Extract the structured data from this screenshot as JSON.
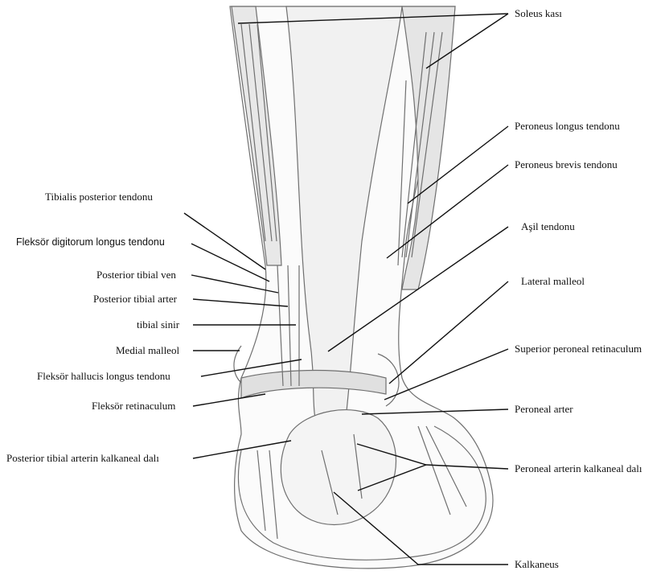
{
  "labels": {
    "soleus": "Soleus kası",
    "peroneus_longus": "Peroneus longus tendonu",
    "peroneus_brevis": "Peroneus brevis tendonu",
    "tibialis_posterior": "Tibialis posterior tendonu",
    "flexor_digitorum": "Fleksör digitorum longus tendonu",
    "asil": "Aşil tendonu",
    "post_tibial_vein": "Posterior tibial ven",
    "post_tibial_artery": "Posterior tibial arter",
    "tibial_nerve": "tibial sinir",
    "lateral_malleolus": "Lateral malleol",
    "medial_malleolus": "Medial malleol",
    "sup_peroneal_ret": "Superior peroneal retinaculum",
    "flexor_hallucis": "Fleksör hallucis longus tendonu",
    "flexor_ret": "Fleksör retinaculum",
    "peroneal_artery": "Peroneal arter",
    "calc_branch_ptib": "Posterior tibial arterin kalkaneal dalı",
    "calc_branch_peroneal": "Peroneal arterin kalkaneal dalı",
    "calcaneus": "Kalkaneus"
  },
  "colors": {
    "line": "#111111",
    "sketch": "#6f6f6f",
    "shade": "#d9d9d9"
  }
}
